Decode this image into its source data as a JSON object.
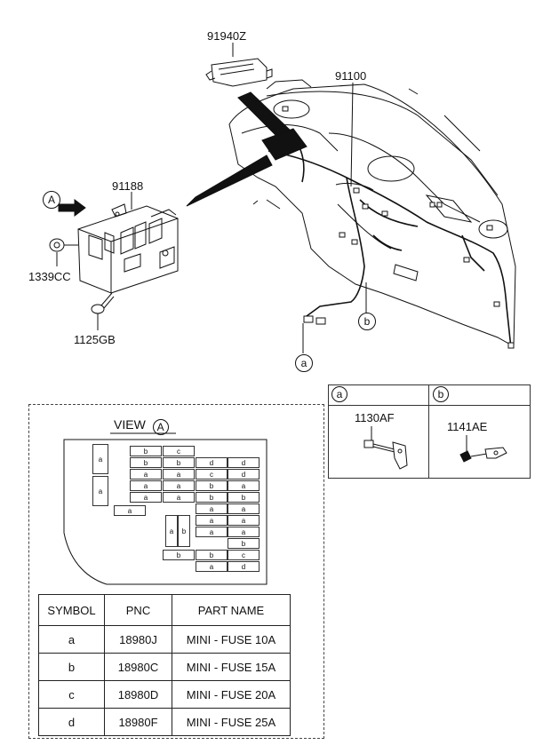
{
  "callouts": {
    "sensor": "91940Z",
    "harness": "91100",
    "junction_box": "91188",
    "nut": "1339CC",
    "bolt": "1125GB",
    "connector_a": "a",
    "connector_b": "b",
    "view_arrow": "A"
  },
  "detail": {
    "col_a_symbol": "a",
    "col_b_symbol": "b",
    "col_a_part": "1130AF",
    "col_b_part": "1141AE"
  },
  "view": {
    "title": "VIEW",
    "marker": "A",
    "fuse_cells": [
      {
        "t": "b"
      },
      {
        "t": "c"
      },
      {
        "t": "b"
      },
      {
        "t": "b"
      },
      {
        "t": "d"
      },
      {
        "t": "d"
      },
      {
        "t": "a"
      },
      {
        "t": "a"
      },
      {
        "t": "c"
      },
      {
        "t": "d"
      },
      {
        "t": "a"
      },
      {
        "t": "a"
      },
      {
        "t": "b"
      },
      {
        "t": "a"
      },
      {
        "t": "a"
      },
      {
        "t": "a"
      },
      {
        "t": "b"
      },
      {
        "t": "b"
      },
      {
        "t": "a"
      },
      {
        "t": "a"
      },
      {
        "t": "a"
      },
      {
        "t": "a"
      },
      {
        "t": "a"
      },
      {
        "t": "a"
      },
      {
        "t": "b"
      },
      {
        "t": "b"
      },
      {
        "t": "b"
      },
      {
        "t": "c"
      },
      {
        "t": "a"
      },
      {
        "t": "d"
      }
    ],
    "side_cells": [
      {
        "t": "a"
      },
      {
        "t": "a"
      }
    ],
    "pair_cells": [
      {
        "t": "a"
      },
      {
        "t": "b"
      }
    ]
  },
  "table": {
    "headers": [
      "SYMBOL",
      "PNC",
      "PART NAME"
    ],
    "rows": [
      [
        "a",
        "18980J",
        "MINI - FUSE 10A"
      ],
      [
        "b",
        "18980C",
        "MINI - FUSE 15A"
      ],
      [
        "c",
        "18980D",
        "MINI - FUSE 20A"
      ],
      [
        "d",
        "18980F",
        "MINI - FUSE 25A"
      ]
    ]
  }
}
